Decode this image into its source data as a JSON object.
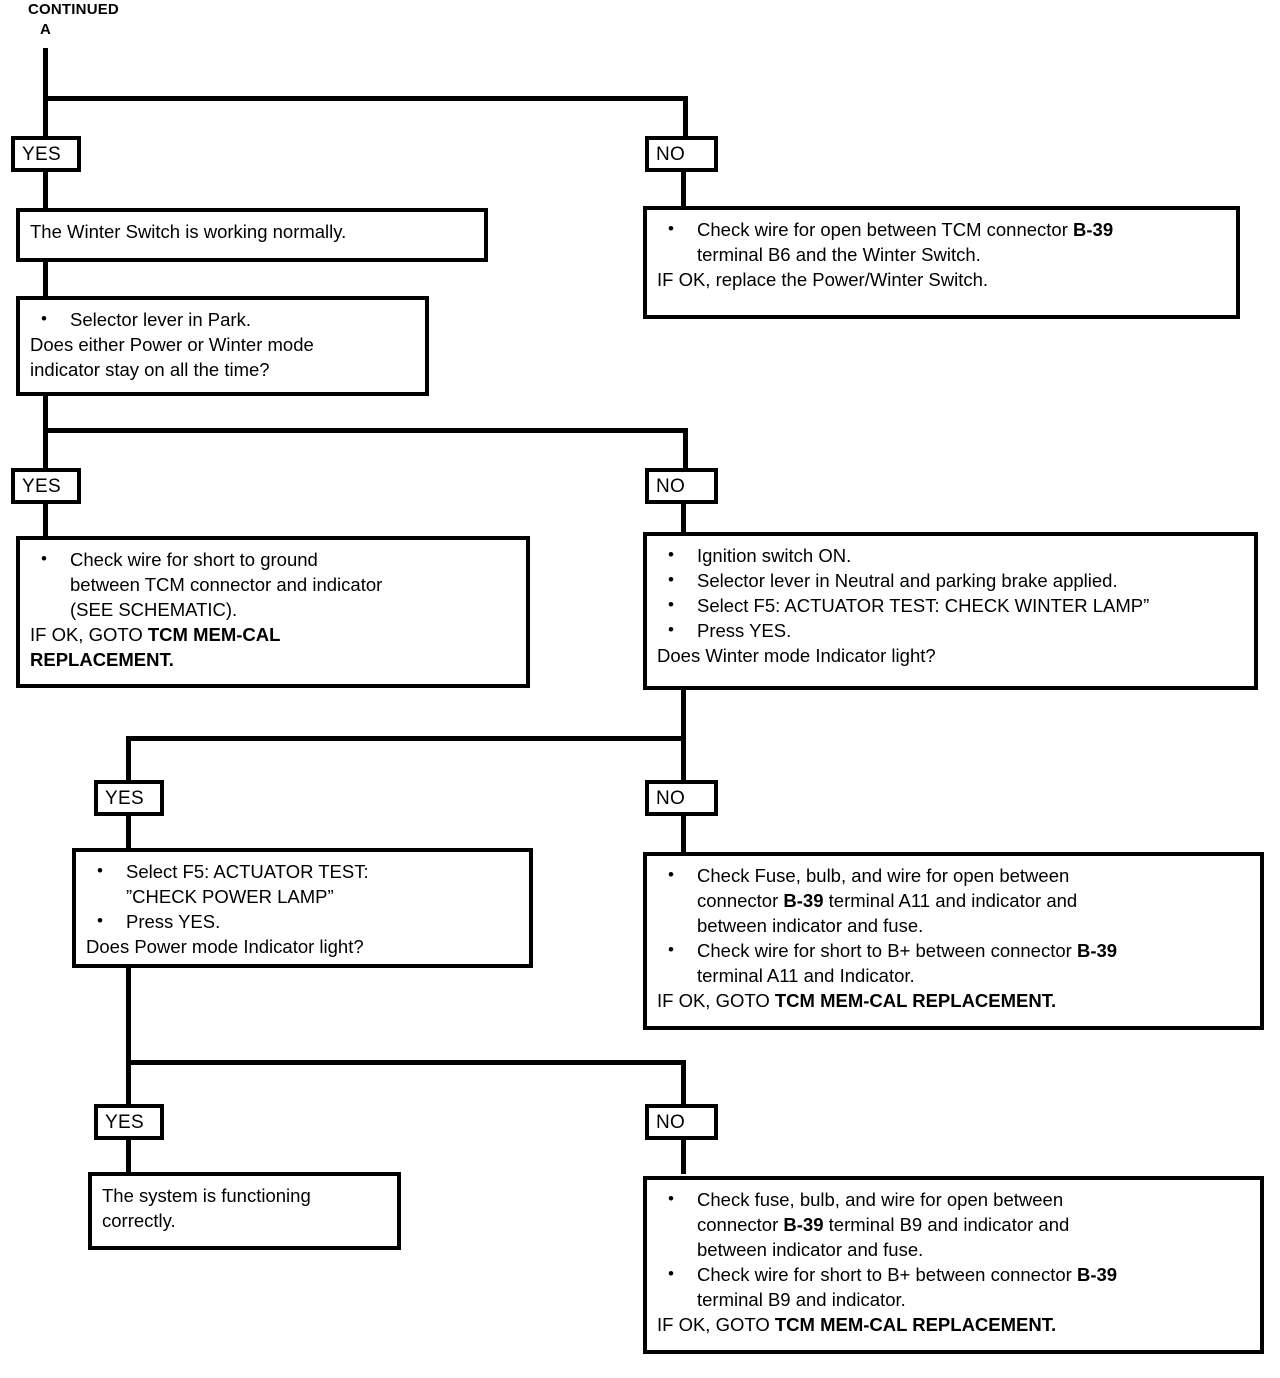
{
  "header": {
    "continued": "CONTINUED",
    "ref": "A"
  },
  "labels": {
    "yes": "YES",
    "no": "NO"
  },
  "nodes": {
    "winter_switch_ok": {
      "lines": [
        "The Winter Switch is working normally."
      ]
    },
    "check_open_b6": {
      "bullets": [
        [
          "Check wire for open between TCM connector B-39",
          "terminal B6 and the Winter Switch."
        ]
      ],
      "tail": [
        "IF OK, replace the Power/Winter Switch."
      ]
    },
    "selector_park": {
      "bullets": [
        [
          "Selector lever in Park."
        ]
      ],
      "tail": [
        "Does either Power or Winter mode",
        "indicator stay on all the time?"
      ]
    },
    "check_short_ground": {
      "bullets": [
        [
          "Check wire for short to ground",
          "between TCM connector and indicator",
          "(SEE SCHEMATIC)."
        ]
      ],
      "tail": [
        "IF OK, GOTO TCM MEM-CAL",
        "REPLACEMENT."
      ]
    },
    "winter_lamp_test": {
      "bullets": [
        [
          "Ignition switch ON."
        ],
        [
          "Selector lever in Neutral and parking brake applied."
        ],
        [
          "Select F5:  ACTUATOR TEST: CHECK WINTER LAMP”"
        ],
        [
          "Press YES."
        ]
      ],
      "tail": [
        "Does Winter mode Indicator light?"
      ]
    },
    "power_lamp_test": {
      "bullets": [
        [
          "Select F5: ACTUATOR TEST:",
          "”CHECK POWER LAMP”"
        ],
        [
          "Press YES."
        ]
      ],
      "tail": [
        "Does Power mode Indicator light?"
      ]
    },
    "check_fuse_a11": {
      "bullets": [
        [
          "Check Fuse, bulb, and wire for open between",
          "connector B-39 terminal A11 and indicator and",
          "between indicator and fuse."
        ],
        [
          "Check wire for short to B+ between connector B-39",
          "terminal A11 and Indicator."
        ]
      ],
      "tail": [
        "IF OK, GOTO TCM MEM-CAL REPLACEMENT."
      ]
    },
    "system_ok": {
      "lines": [
        "The system is functioning",
        "correctly."
      ]
    },
    "check_fuse_b9": {
      "bullets": [
        [
          "Check fuse, bulb, and wire for open between",
          "connector B-39 terminal B9 and indicator and",
          "between indicator and fuse."
        ],
        [
          "Check wire for short to B+ between connector B-39",
          "terminal B9 and indicator."
        ]
      ],
      "tail": [
        "IF OK, GOTO TCM MEM-CAL REPLACEMENT."
      ]
    }
  }
}
